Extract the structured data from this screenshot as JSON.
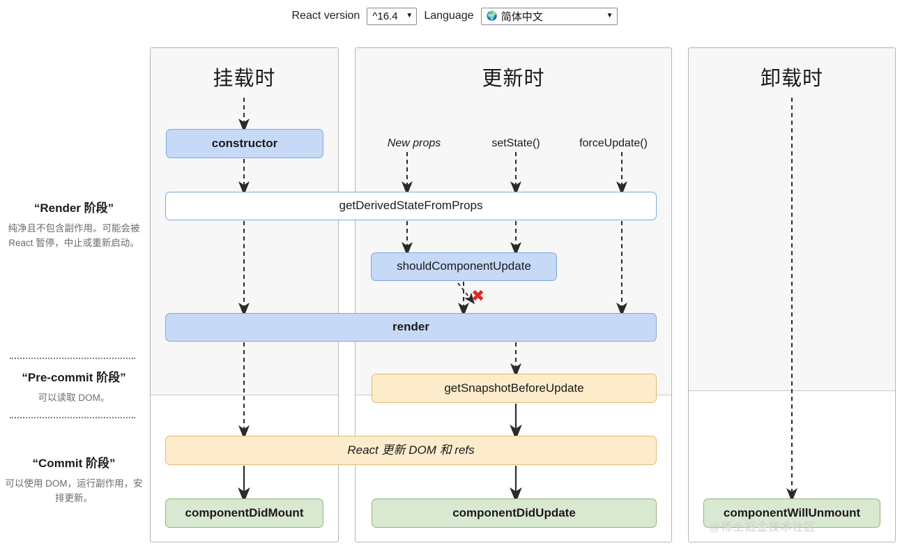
{
  "toolbar": {
    "react_version_label": "React version",
    "react_version_value": "^16.4",
    "language_label": "Language",
    "language_value": "简体中文",
    "globe_icon": "globe-icon",
    "caret_icon": "chevron-down-icon"
  },
  "columns": {
    "mounting": "挂载时",
    "updating": "更新时",
    "unmounting": "卸载时"
  },
  "phases": [
    {
      "title": "“Render 阶段”",
      "description": "纯净且不包含副作用。可能会被 React 暂停，中止或重新启动。"
    },
    {
      "title": "“Pre-commit 阶段”",
      "description": "可以读取 DOM。"
    },
    {
      "title": "“Commit 阶段”",
      "description": "可以使用 DOM，运行副作用，安排更新。"
    }
  ],
  "triggers": {
    "new_props": "New props",
    "set_state": "setState()",
    "force_update": "forceUpdate()"
  },
  "nodes": {
    "constructor": "constructor",
    "get_derived_state_from_props": "getDerivedStateFromProps",
    "should_component_update": "shouldComponentUpdate",
    "render": "render",
    "get_snapshot_before_update": "getSnapshotBeforeUpdate",
    "react_updates_dom": "React 更新 DOM 和 refs",
    "component_did_mount": "componentDidMount",
    "component_did_update": "componentDidUpdate",
    "component_will_unmount": "componentWillUnmount"
  },
  "annotations": {
    "skip_render_mark": "✖"
  },
  "watermark": "@稀土掘金技术社区",
  "colors": {
    "blue_fill": "#c6d9f7",
    "blue_border": "#7fa8de",
    "yellow_fill": "#fdeccc",
    "yellow_border": "#e0bb74",
    "green_fill": "#d9e8d0",
    "green_border": "#90b579",
    "panel_top_bg": "#f7f7f7",
    "panel_border": "#b4b4b4",
    "red_x": "#e8232a",
    "arrow": "#2b2b2b"
  }
}
